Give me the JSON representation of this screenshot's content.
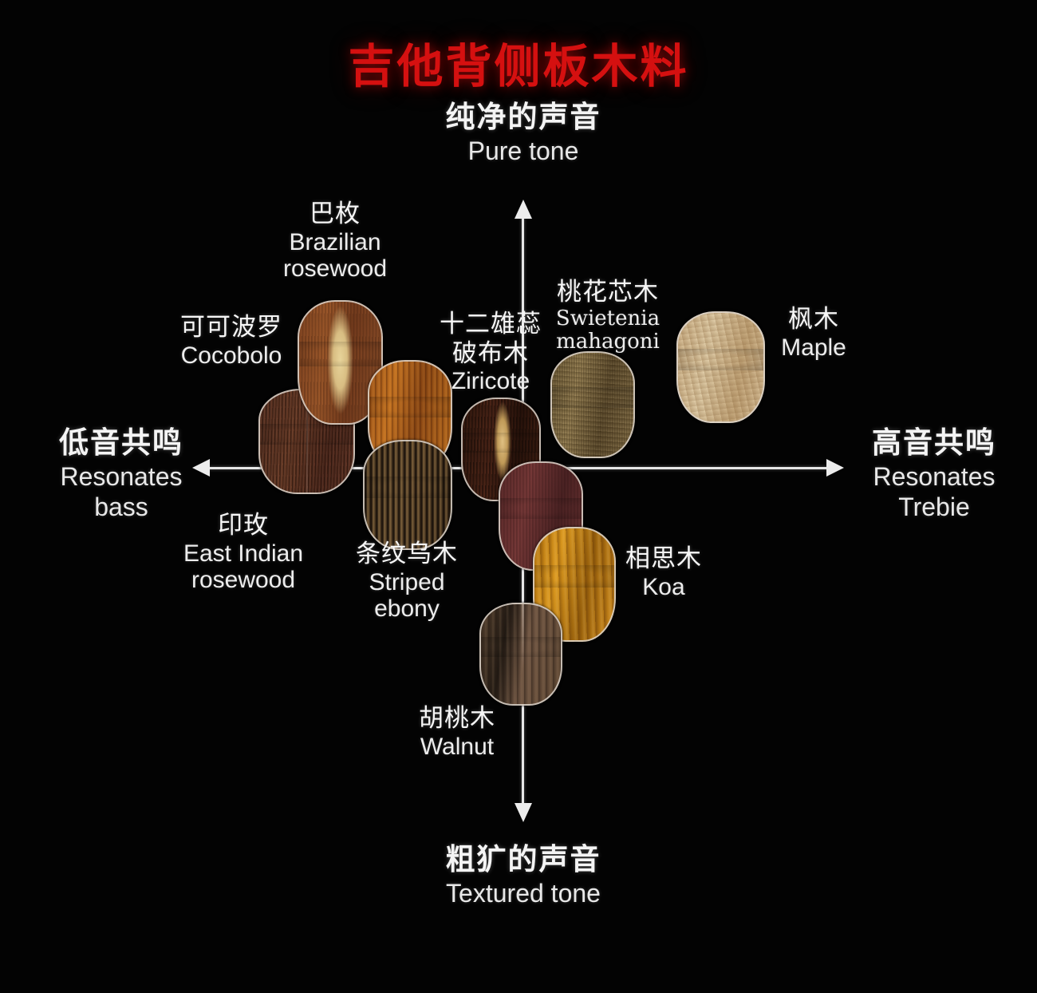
{
  "title": "吉他背侧板木料",
  "axes": {
    "top": {
      "cn": "纯净的声音",
      "en": "Pure tone"
    },
    "bottom": {
      "cn": "粗犷的声音",
      "en": "Textured tone"
    },
    "left": {
      "cn": "低音共鸣",
      "en_line1": "Resonates",
      "en_line2": "bass"
    },
    "right": {
      "cn": "高音共鸣",
      "en_line1": "Resonates",
      "en_line2": "Trebie"
    }
  },
  "colors": {
    "title_red": "#d51010",
    "axis_white": "#e6e6e6",
    "background": "#030303"
  },
  "woods": [
    {
      "id": "brazilian-rosewood",
      "cn": "巴枚",
      "en_line1": "Brazilian",
      "en_line2": "rosewood",
      "swatch": "#8c4a24"
    },
    {
      "id": "cocobolo",
      "cn": "可可波罗",
      "en_line1": "Cocobolo",
      "en_line2": "",
      "swatch": "#b4601f"
    },
    {
      "id": "ziricote",
      "cn_line1": "十二雄蕊",
      "cn_line2": "破布木",
      "en_line1": "Ziricote",
      "en_line2": "",
      "swatch": "#4a2213"
    },
    {
      "id": "mahogany",
      "cn": "桃花芯木",
      "en_line1": "Swietenia",
      "en_line2": "mahagoni",
      "swatch": "#8d7144"
    },
    {
      "id": "maple",
      "cn": "枫木",
      "en_line1": "Maple",
      "en_line2": "",
      "swatch": "#d9bd94"
    },
    {
      "id": "east-indian-rosewood",
      "cn": "印玫",
      "en_line1": "East Indian",
      "en_line2": "rosewood",
      "swatch": "#5b3226"
    },
    {
      "id": "striped-ebony",
      "cn": "条纹乌木",
      "en_line1": "Striped",
      "en_line2": "ebony",
      "swatch": "#6a5338"
    },
    {
      "id": "koa",
      "cn": "相思木",
      "en_line1": "Koa",
      "en_line2": "",
      "swatch": "#c8831b"
    },
    {
      "id": "walnut",
      "cn": "胡桃木",
      "en_line1": "Walnut",
      "en_line2": "",
      "swatch": "#6b5240"
    },
    {
      "id": "rosewood-red",
      "cn": "",
      "en_line1": "",
      "en_line2": "",
      "swatch": "#7a3b3b"
    }
  ],
  "chart_data": {
    "type": "scatter",
    "title": "吉他背侧板木料",
    "xlabel": "低音共鸣 Resonates bass  ←→  高音共鸣 Resonates Trebie",
    "ylabel": "粗犷的声音 Textured tone  ←→  纯净的声音 Pure tone",
    "xlim": [
      -10,
      10
    ],
    "ylim": [
      -10,
      10
    ],
    "grid": false,
    "legend": "none",
    "points": [
      {
        "label": "巴枚 Brazilian rosewood",
        "x": -3.2,
        "y": 3.9
      },
      {
        "label": "可可波罗 Cocobolo",
        "x": -4.8,
        "y": 1.4
      },
      {
        "label": "印玫 East Indian rosewood",
        "x": -4.7,
        "y": 0.3
      },
      {
        "label": "条纹乌木 Striped ebony",
        "x": -2.0,
        "y": -0.9
      },
      {
        "label": "十二雄蕊破布木 Ziricote",
        "x": -0.6,
        "y": 1.3
      },
      {
        "label": "桃花芯木 Swietenia mahagoni",
        "x": 1.4,
        "y": 2.1
      },
      {
        "label": "枫木 Maple",
        "x": 4.4,
        "y": 2.9
      },
      {
        "label": "相思木 Koa",
        "x": 0.9,
        "y": -2.9
      },
      {
        "label": "胡桃木 Walnut",
        "x": -0.4,
        "y": -4.6
      }
    ]
  }
}
